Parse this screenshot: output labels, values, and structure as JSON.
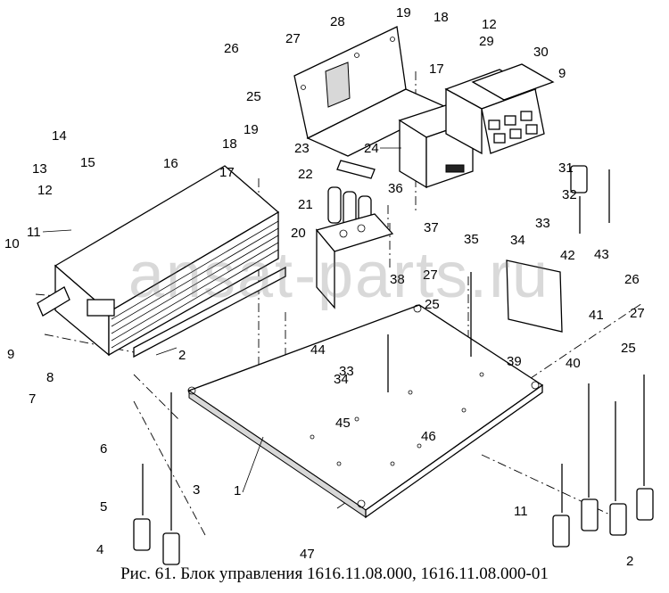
{
  "caption": "Рис. 61. Блок  управления 1616.11.08.000, 1616.11.08.000-01",
  "watermark": "ansat-parts.ru",
  "callouts": [
    "1",
    "2",
    "2",
    "3",
    "4",
    "5",
    "6",
    "7",
    "8",
    "9",
    "9",
    "10",
    "11",
    "11",
    "12",
    "12",
    "13",
    "14",
    "15",
    "16",
    "17",
    "17",
    "18",
    "18",
    "19",
    "19",
    "20",
    "21",
    "22",
    "23",
    "24",
    "25",
    "25",
    "25",
    "26",
    "26",
    "27",
    "27",
    "27",
    "28",
    "29",
    "30",
    "31",
    "32",
    "33",
    "33",
    "34",
    "34",
    "35",
    "36",
    "37",
    "38",
    "39",
    "40",
    "41",
    "42",
    "43",
    "44",
    "45",
    "46",
    "47"
  ]
}
